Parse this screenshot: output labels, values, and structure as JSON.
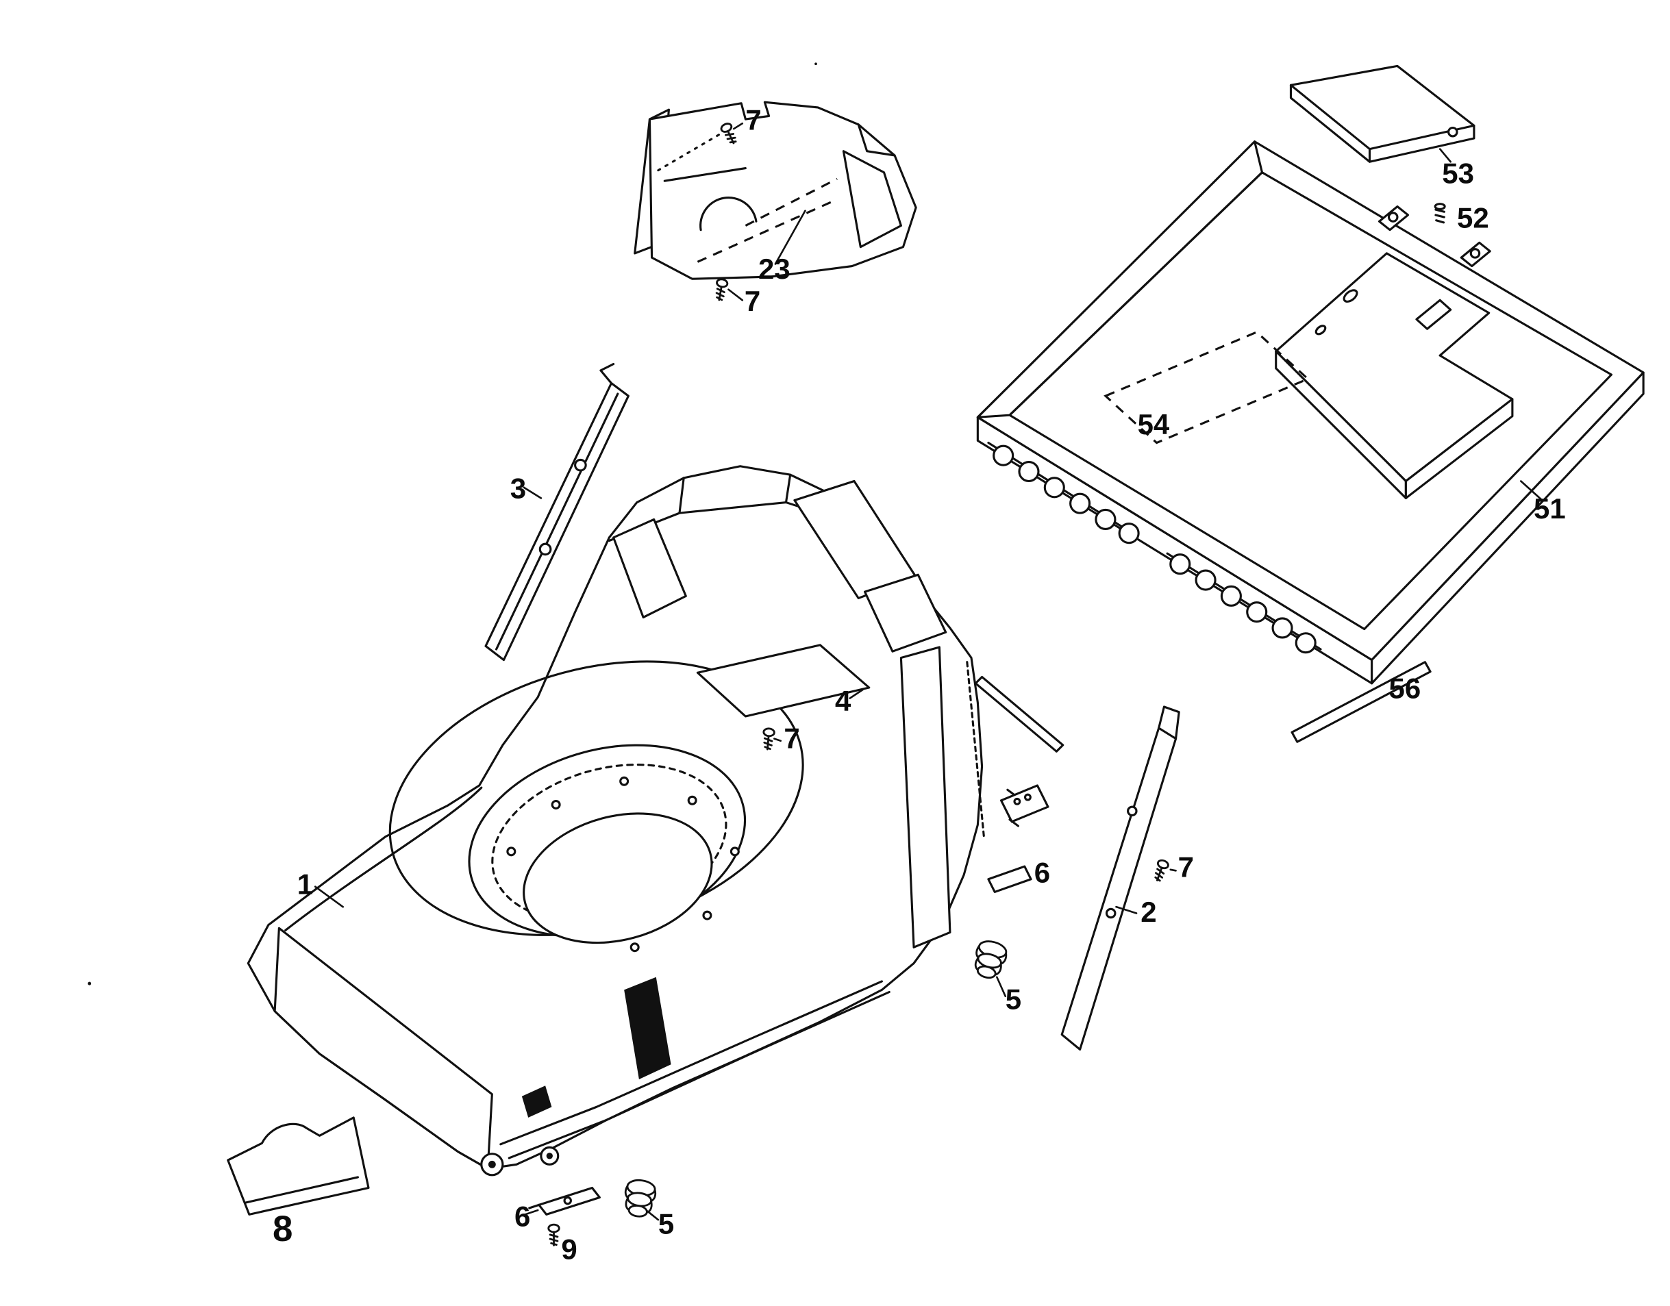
{
  "diagram": {
    "colors": {
      "background": "#ffffff",
      "ink": "#111111"
    },
    "labels": [
      {
        "text": "7"
      },
      {
        "text": "23"
      },
      {
        "text": "7"
      },
      {
        "text": "53"
      },
      {
        "text": "52"
      },
      {
        "text": "54"
      },
      {
        "text": "51"
      },
      {
        "text": "56"
      },
      {
        "text": "3"
      },
      {
        "text": "4"
      },
      {
        "text": "7"
      },
      {
        "text": "1"
      },
      {
        "text": "6"
      },
      {
        "text": "7"
      },
      {
        "text": "2"
      },
      {
        "text": "5"
      },
      {
        "text": "8"
      },
      {
        "text": "6"
      },
      {
        "text": "9"
      },
      {
        "text": "5"
      }
    ]
  }
}
